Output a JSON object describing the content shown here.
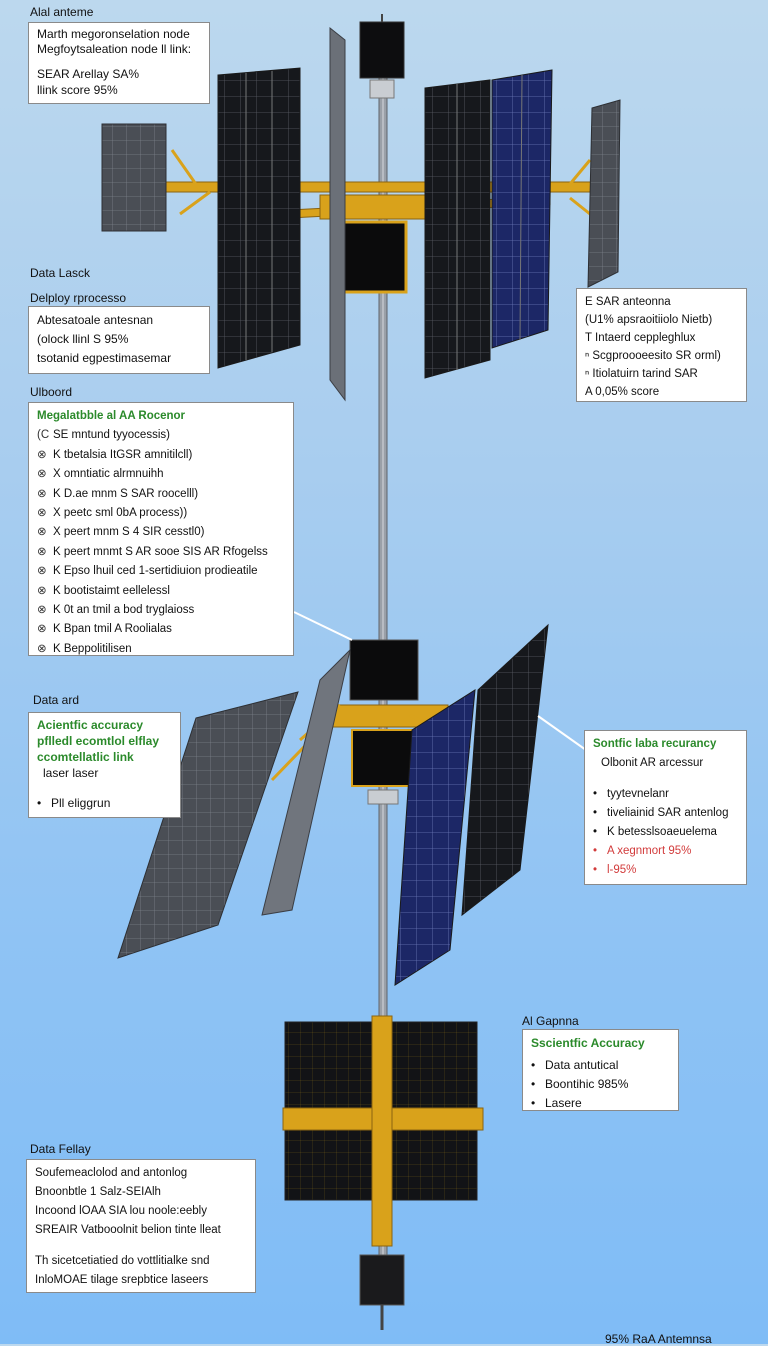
{
  "labels": {
    "top_left": "Alal anteme",
    "data_lasck": "Data Lasck",
    "deploy": "Delploy rprocesso",
    "ulboord": "Ulboord",
    "data_ard": "Data ard",
    "al_gapnna": "Al Gapnna",
    "data_fellay": "Data Fellay",
    "bottom_right": "95%  RaA Antemnsa"
  },
  "box_top_left": {
    "lines": [
      "Marth megoronselation node",
      "Megfoytsaleation node ll link:"
    ],
    "lines2": [
      "SEAR  Arellay  SA%",
      "llink  score  95%"
    ]
  },
  "box_deploy": {
    "lines": [
      "Abtesatoale antesnan",
      "(olock  llinl  S  95%",
      "tsotanid egpestimasemar"
    ]
  },
  "box_right_top": {
    "lines": [
      "E SAR anteonna",
      "(U1% apsraoitiiolo Nietb)",
      "T Intaerd ceppleghlux",
      "ⁿ  Scgproooeesito SR orml)",
      "ⁿ  Itiolatuirn tarind SAR",
      "A   0,05% score"
    ]
  },
  "box_ulboord": {
    "title": "Megalatbble al AA Rocenor",
    "items": [
      {
        "mark": "(C",
        "text": "SE  mntund tyyocessis)"
      },
      {
        "mark": "⊗",
        "text": "K tbetalsia  ItGSR amnitilcll)"
      },
      {
        "mark": "⊗",
        "text": "X omntiatic alrmnuihh"
      },
      {
        "mark": "⊗",
        "text": "K D.ae mnm S SAR roocelll)"
      },
      {
        "mark": "⊗",
        "text": "X peetc sml 0bA process))"
      },
      {
        "mark": "⊗",
        "text": "X peert mnm S 4 SIR cesstl0)"
      },
      {
        "mark": "⊗",
        "text": "K peert mnmt S AR sooe SIS AR Rfogelss"
      },
      {
        "mark": "⊗",
        "text": "K Epso lhuil ced 1-sertidiuion prodieatile"
      },
      {
        "mark": "⊗",
        "text": "K bootistaimt eellelessl"
      },
      {
        "mark": "⊗",
        "text": "K 0t an tmil a bod tryglaioss"
      },
      {
        "mark": "⊗",
        "text": "K Bpan tmil A Roolialas"
      },
      {
        "mark": "⊗",
        "text": "K Beppolitilisen"
      }
    ]
  },
  "box_data_ard": {
    "green": [
      "Acientfic accuracy",
      "pflledl ecomtlol elflay",
      "ccomtellatlic link"
    ],
    "lines": [
      "laser laser"
    ],
    "extra": "Pll eliggrun"
  },
  "box_right_mid": {
    "title": "Sontfic laba recurancy",
    "sub": "Olbonit AR arcessur",
    "items": [
      "tyytevnelanr",
      "tiveliainid SAR antenlog",
      "K betesslsoaeuelema"
    ],
    "red": [
      "A xegnmort  95%",
      "l-95%"
    ]
  },
  "box_gapnna": {
    "title": "Sscientfic Accuracy",
    "items": [
      "Data antutical",
      "Boontihic  985%",
      "Lasere"
    ]
  },
  "box_fellay": {
    "lines": [
      "Soufemeaclolod and antonlog",
      "Bnoonbtle 1  Salz-SEIAlh",
      "Incoond lOAA  SIA lou noole:eebly",
      "SREAIR  Vatbooolnit belion tinte lleat"
    ],
    "lines2": [
      "Th sicetcetiatied do vottlitialke snd",
      "InloMOAE tilage srepbtice laseers"
    ]
  },
  "colors": {
    "gold": "#d9a21b",
    "solar_dark": "#15171b",
    "solar_blue": "#1d2a6b",
    "green_text": "#2b8a2b",
    "red_text": "#d23b3b"
  }
}
